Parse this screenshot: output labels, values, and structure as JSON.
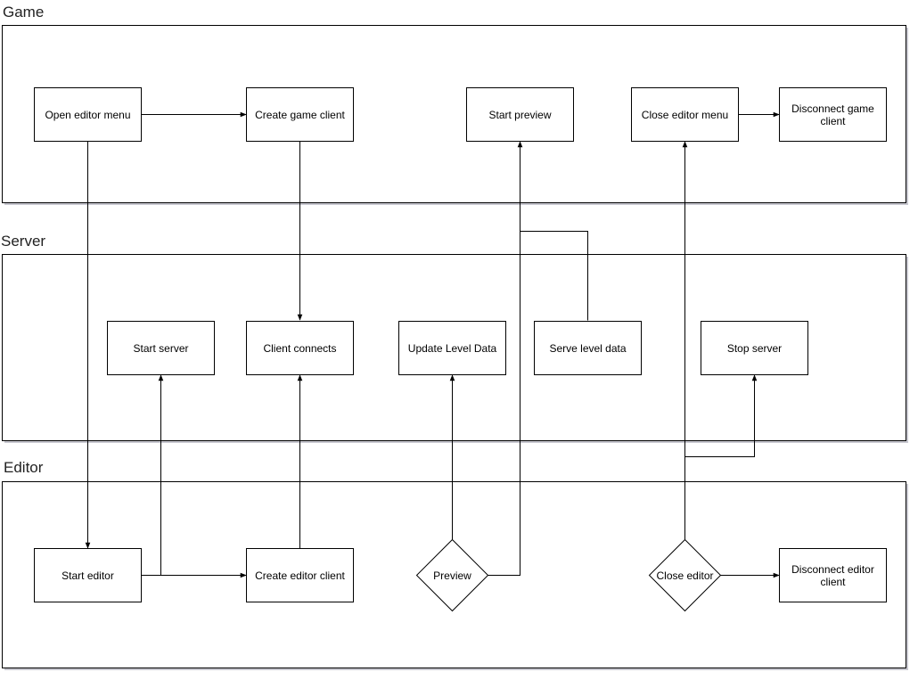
{
  "lanes": {
    "game": "Game",
    "server": "Server",
    "editor": "Editor"
  },
  "nodes": {
    "open_editor_menu": "Open editor menu",
    "create_game_client": "Create game client",
    "start_preview": "Start preview",
    "close_editor_menu": "Close editor menu",
    "disconnect_game_client": [
      "Disconnect game",
      "client"
    ],
    "start_server": "Start server",
    "client_connects": "Client connects",
    "update_level_data": "Update Level Data",
    "serve_level_data": "Serve level data",
    "stop_server": "Stop server",
    "start_editor": "Start editor",
    "create_editor_client": "Create editor client",
    "preview": "Preview",
    "close_editor": "Close editor",
    "disconnect_editor_client": [
      "Disconnect editor",
      "client"
    ]
  }
}
